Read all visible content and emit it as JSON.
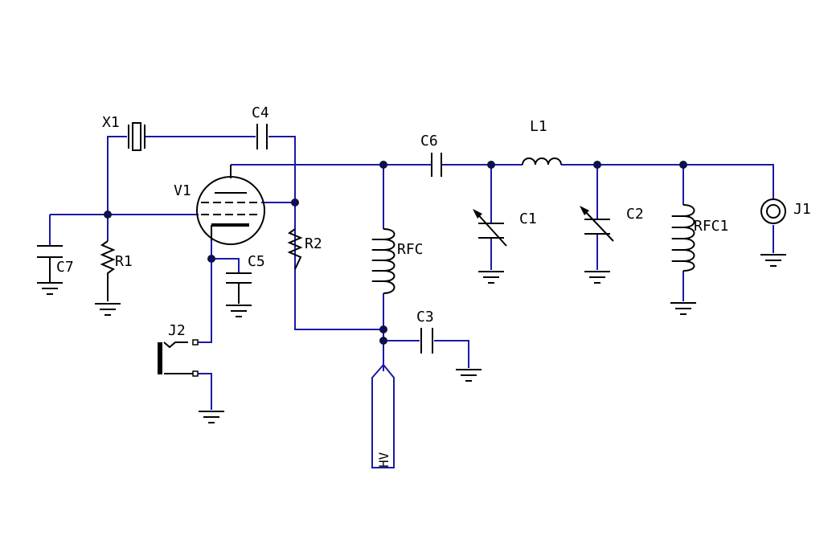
{
  "colors": {
    "wire": "#1a1aa8",
    "component": "#000000",
    "junction": "#10104a",
    "background": "#ffffff"
  },
  "labels": {
    "x1": "X1",
    "c4": "C4",
    "v1": "V1",
    "c6": "C6",
    "l1": "L1",
    "c1": "C1",
    "c2": "C2",
    "rfc1": "RFC1",
    "j1": "J1",
    "c7": "C7",
    "r1": "R1",
    "c5": "C5",
    "r2": "R2",
    "rfc": "RFC",
    "j2": "J2",
    "c3": "C3",
    "hv": "HV"
  }
}
